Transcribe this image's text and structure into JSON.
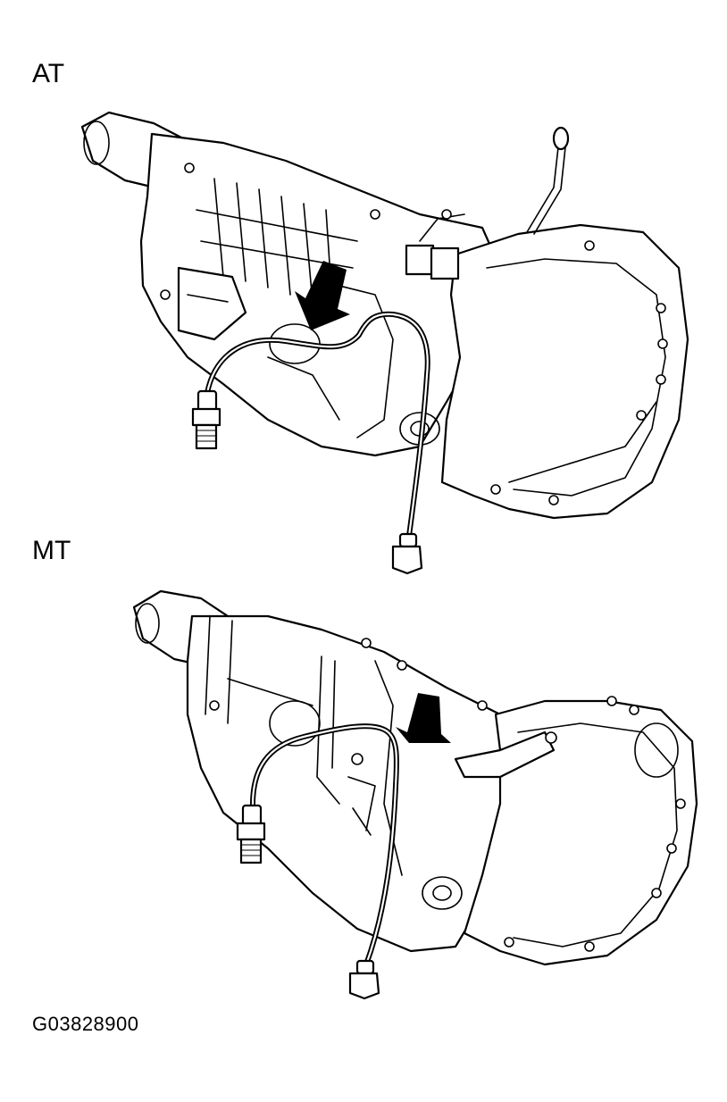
{
  "labels": {
    "at": "AT",
    "mt": "MT",
    "figure_code": "G03828900"
  },
  "colors": {
    "ink": "#000000",
    "paper": "#ffffff"
  }
}
